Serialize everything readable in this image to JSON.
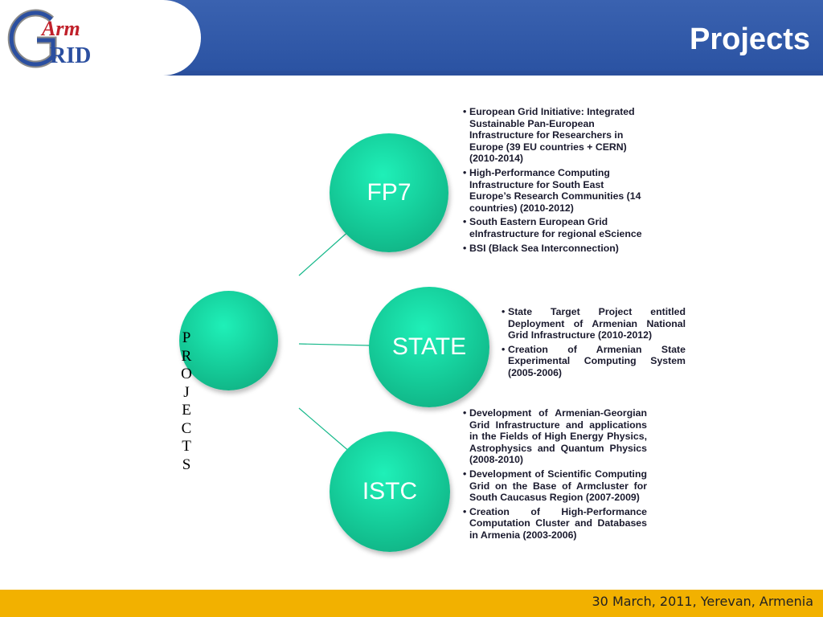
{
  "header": {
    "title": "Projects"
  },
  "logo": {
    "top": "Arm",
    "bottom": "RID"
  },
  "diagram": {
    "center_letters": [
      "P",
      "R",
      "O",
      "J",
      "E",
      "C",
      "T",
      "S"
    ],
    "nodes": [
      {
        "label": "FP7",
        "items": [
          "European Grid Initiative: Integrated Sustainable Pan-European Infrastructure for Researchers in Europe (39 EU countries + CERN) (2010-2014)",
          "High-Performance Computing Infrastructure for South East Europe’s Research Communities (14 countries) (2010-2012)",
          "South Eastern European Grid eInfrastructure for regional eScience",
          "BSI (Black Sea Interconnection)"
        ]
      },
      {
        "label": "STATE",
        "items": [
          "State Target Project entitled Deployment of Armenian National Grid Infrastructure (2010-2012)",
          "Creation of Armenian State Experimental Computing System (2005-2006)"
        ]
      },
      {
        "label": "ISTC",
        "items": [
          "Development of Armenian-Georgian Grid Infrastructure and applications in the Fields of High Energy Physics, Astrophysics and Quantum Physics (2008-2010)",
          "Development of Scientific Computing Grid on the Base of Armcluster for South Caucasus Region (2007-2009)",
          "Creation of High-Performance Computation Cluster and Databases in Armenia (2003-2006)"
        ]
      }
    ]
  },
  "footer": {
    "text": "30 March, 2011, Yerevan, Armenia"
  }
}
